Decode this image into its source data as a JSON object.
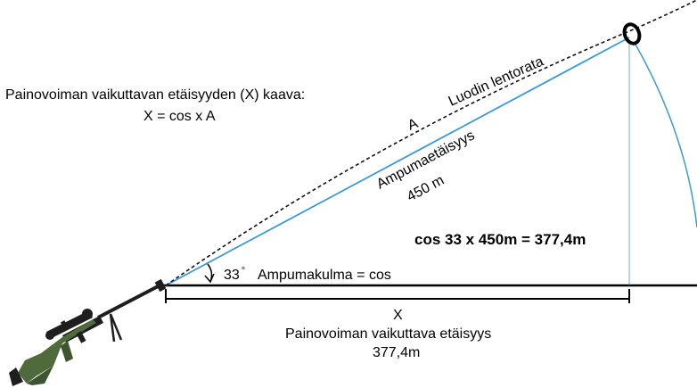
{
  "formula": {
    "title": "Painovoiman vaikuttavan etäisyyden (X) kaava:",
    "expression": "X = cos x A"
  },
  "trajectory_label": "Luodin lentorata",
  "hypotenuse": {
    "letter": "A",
    "name": "Ampumaetäisyys",
    "value": "450 m"
  },
  "angle": {
    "value": "33",
    "unit": "°",
    "label": "Ampumakulma = cos"
  },
  "calculation": "cos 33 x 450m = 377,4m",
  "horizontal": {
    "letter": "X",
    "name": "Painovoiman vaikuttava etäisyys",
    "value": "377,4m"
  },
  "colors": {
    "sight_line": "#3a9ad9",
    "trajectory": "#111111",
    "rifle_stock": "#4f6b3c",
    "rifle_metal": "#1e1e1e"
  },
  "icons": [
    "target-ring-icon",
    "rifle-icon"
  ]
}
